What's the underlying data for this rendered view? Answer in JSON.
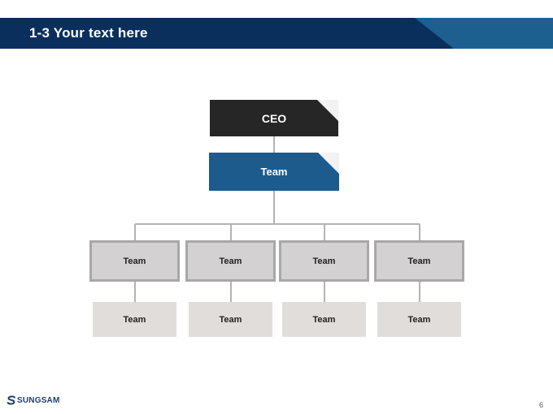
{
  "header": {
    "title": "1-3 Your text here"
  },
  "chart": {
    "ceo": "CEO",
    "main_team": "Team",
    "level1": [
      "Team",
      "Team",
      "Team",
      "Team"
    ],
    "level2": [
      "Team",
      "Team",
      "Team",
      "Team"
    ]
  },
  "footer": {
    "logo_text": "SUNGSAM",
    "page_number": "6"
  },
  "colors": {
    "header_dark": "#0b2f5c",
    "header_accent": "#1d5f8f",
    "ceo_box": "#262626",
    "team_box": "#1c5b8c",
    "level1_fill": "#d3d1d1",
    "level1_border": "#a8a8a8",
    "level2_fill": "#e1ddda",
    "connector": "#b3b3b3"
  },
  "icons": {
    "logo": "sungsam-s-icon"
  }
}
